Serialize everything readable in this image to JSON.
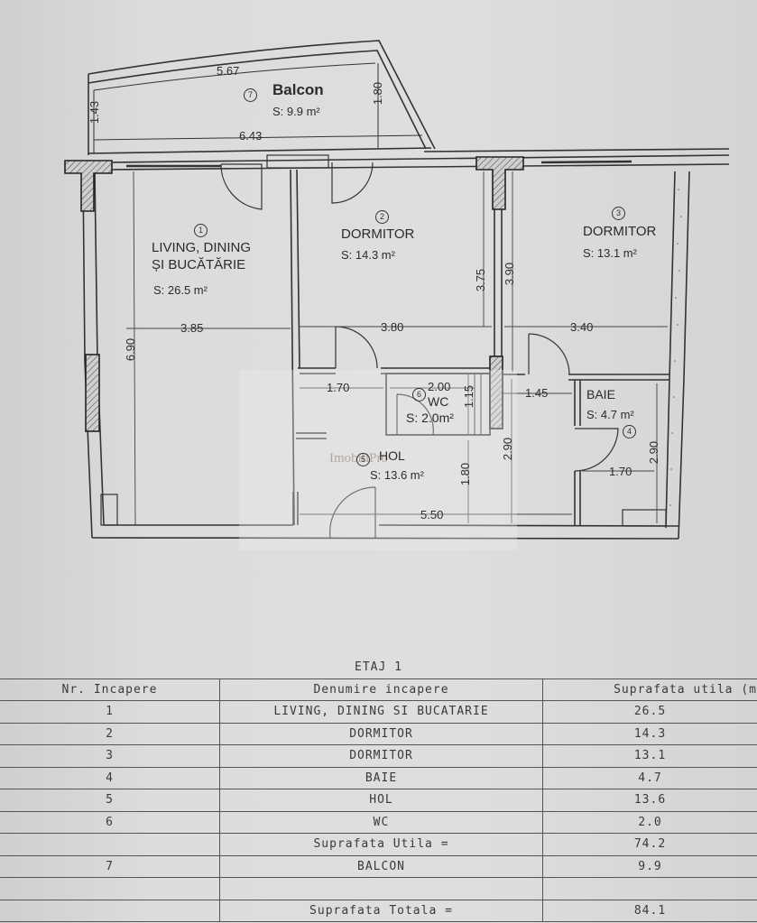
{
  "plan": {
    "rooms": [
      {
        "num": "1",
        "name_line1": "LIVING, DINING",
        "name_line2": "ȘI BUCĂTĂRIE",
        "area": "S: 26.5   m²"
      },
      {
        "num": "2",
        "name": "DORMITOR",
        "area": "S: 14.3   m²"
      },
      {
        "num": "3",
        "name": "DORMITOR",
        "area": "S: 13.1   m²"
      },
      {
        "num": "4",
        "name": "BAIE",
        "area": "S: 4.7   m²"
      },
      {
        "num": "5",
        "name": "HOL",
        "area": "S: 13.6   m²"
      },
      {
        "num": "6",
        "name": "WC",
        "area": "S: 2.0m²"
      },
      {
        "num": "7",
        "name": "Balcon",
        "area": "S: 9.9   m²"
      }
    ],
    "dimensions": {
      "balcon_top": "5.67",
      "balcon_bottom": "6.43",
      "balcon_left": "1.43",
      "balcon_right": "1.80",
      "living_width": "3.85",
      "living_height": "6.90",
      "dorm2_width": "3.80",
      "dorm2_height": "3.75",
      "dorm3_width": "3.40",
      "dorm3_height": "3.90",
      "hol_closet": "1.70",
      "wc_width": "2.00",
      "wc_height": "1.15",
      "hol_height": "1.80",
      "hol_right_height": "2.90",
      "hol_width": "5.50",
      "hol_corridor": "1.45",
      "baie_width": "1.70",
      "baie_height": "2.90"
    },
    "watermark": "ImobiliPro"
  },
  "table": {
    "title": "ETAJ 1",
    "headers": [
      "Nr. Incapere",
      "Denumire incapere",
      "Suprafata utila (m"
    ],
    "rows": [
      {
        "nr": "1",
        "name": "LIVING, DINING SI BUCATARIE",
        "area": "26.5"
      },
      {
        "nr": "2",
        "name": "DORMITOR",
        "area": "14.3"
      },
      {
        "nr": "3",
        "name": "DORMITOR",
        "area": "13.1"
      },
      {
        "nr": "4",
        "name": "BAIE",
        "area": "4.7"
      },
      {
        "nr": "5",
        "name": "HOL",
        "area": "13.6"
      },
      {
        "nr": "6",
        "name": "WC",
        "area": "2.0"
      },
      {
        "nr": "",
        "name": "Suprafata Utila =",
        "area": "74.2"
      },
      {
        "nr": "7",
        "name": "BALCON",
        "area": "9.9"
      },
      {
        "nr": "",
        "name": "",
        "area": ""
      },
      {
        "nr": "",
        "name": "Suprafata Totala =",
        "area": "84.1"
      }
    ]
  }
}
